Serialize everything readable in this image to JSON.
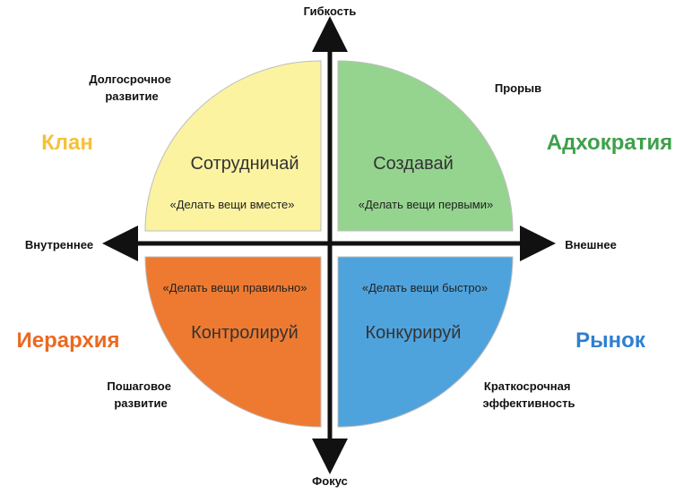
{
  "axes": {
    "top": "Гибкость",
    "bottom": "Фокус",
    "left": "Внутреннее",
    "right": "Внешнее"
  },
  "quadrants": {
    "top_left": {
      "title": "Сотрудничай",
      "motto": "«Делать вещи вместе»",
      "color": "#fbf3a0"
    },
    "top_right": {
      "title": "Создавай",
      "motto": "«Делать вещи первыми»",
      "color": "#95d48f"
    },
    "bottom_left": {
      "title": "Контролируй",
      "motto": "«Делать вещи правильно»",
      "color": "#ee7a31"
    },
    "bottom_right": {
      "title": "Конкурируй",
      "motto": "«Делать вещи быстро»",
      "color": "#4fa3dd"
    }
  },
  "cultures": {
    "top_left": {
      "label": "Клан",
      "color": "#f5c13a"
    },
    "top_right": {
      "label": "Адхократия",
      "color": "#3ea04a"
    },
    "bottom_left": {
      "label": "Иерархия",
      "color": "#ea6a22"
    },
    "bottom_right": {
      "label": "Рынок",
      "color": "#2f7fd0"
    }
  },
  "corners": {
    "top_left": [
      "Долгосрочное",
      "развитие"
    ],
    "top_right": [
      "Прорыв"
    ],
    "bottom_left": [
      "Пошаговое",
      "развитие"
    ],
    "bottom_right": [
      "Краткосрочная",
      "эффективность"
    ]
  }
}
